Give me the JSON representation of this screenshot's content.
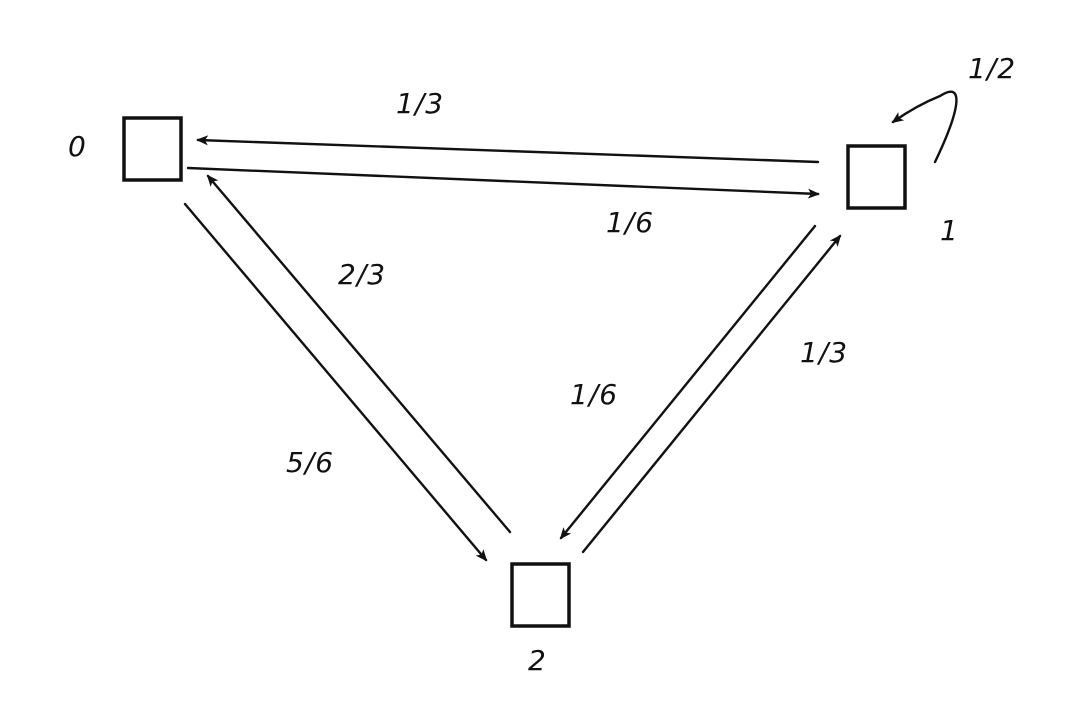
{
  "nodes": [
    {
      "id": "0",
      "label": "0"
    },
    {
      "id": "1",
      "label": "1"
    },
    {
      "id": "2",
      "label": "2"
    }
  ],
  "edges": [
    {
      "from": "1",
      "to": "0",
      "label": "1/3"
    },
    {
      "from": "0",
      "to": "1",
      "label": "1/6"
    },
    {
      "from": "1",
      "to": "1",
      "label": "1/2"
    },
    {
      "from": "0",
      "to": "2",
      "label": "5/6"
    },
    {
      "from": "2",
      "to": "0",
      "label": "2/3"
    },
    {
      "from": "1",
      "to": "2",
      "label": "1/6"
    },
    {
      "from": "2",
      "to": "1",
      "label": "1/3"
    }
  ],
  "colors": {
    "stroke": "#111111",
    "background": "#ffffff"
  }
}
